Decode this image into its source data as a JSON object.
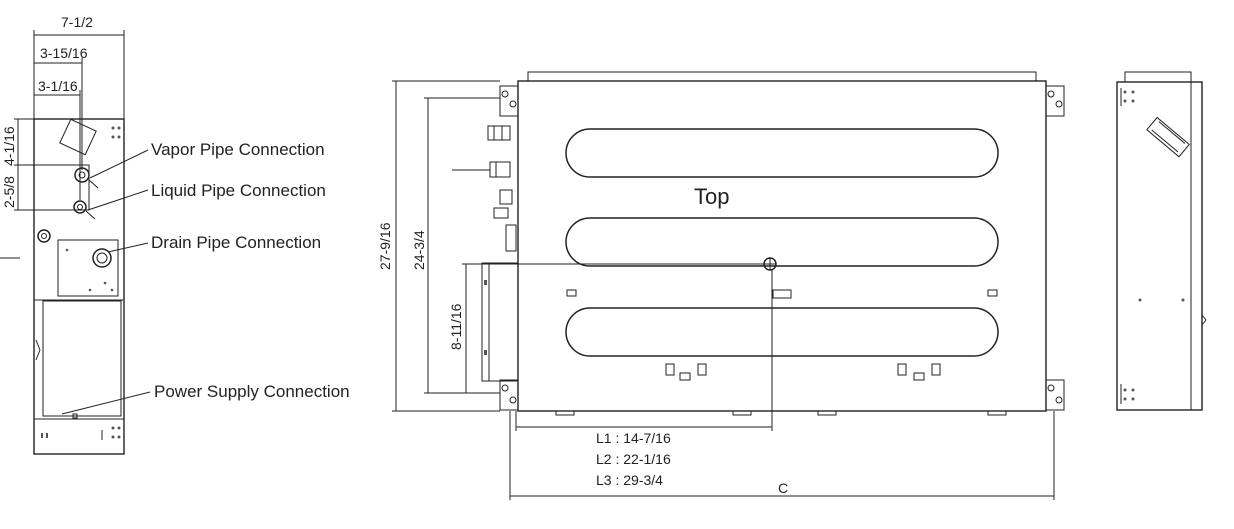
{
  "side_view": {
    "dims": {
      "width_total": "7-1/2",
      "vapor_offset": "3-15/16",
      "liquid_offset": "3-1/16",
      "height_upper": "4-1/16",
      "height_lower": "2-5/8"
    },
    "callouts": {
      "vapor": "Vapor Pipe Connection",
      "liquid": "Liquid Pipe Connection",
      "drain": "Drain Pipe Connection",
      "power": "Power Supply Connection"
    }
  },
  "top_view": {
    "label": "Top",
    "dims": {
      "height_total": "27-9/16",
      "height_inner": "24-3/4",
      "height_box": "8-11/16",
      "l1": "L1 : 14-7/16",
      "l2": "L2 : 22-1/16",
      "l3": "L3 : 29-3/4",
      "c": "C"
    }
  }
}
